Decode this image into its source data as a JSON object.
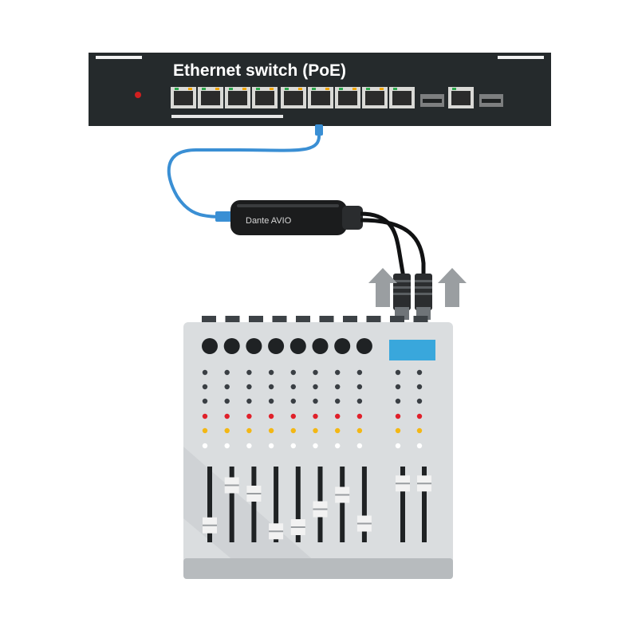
{
  "switch": {
    "title": "Ethernet switch (PoE)",
    "poe_port_count": 8,
    "uplink_port_count": 2,
    "sfp_slot_count": 2,
    "color": "#252a2c"
  },
  "adapter": {
    "label": "Dante AVIO",
    "color": "#1b1c1d"
  },
  "cable": {
    "color": "#3a8fd4"
  },
  "mixer": {
    "channel_count": 8,
    "master_channel_count": 2,
    "knob_row_colors": [
      "#3a3f44",
      "#3a3f44",
      "#3a3f44",
      "#e0202a",
      "#f3b714",
      "#ffffff"
    ],
    "screen_color": "#39a7dc",
    "body_color": "#dadddf",
    "channel_fader_levels": [
      0.15,
      0.82,
      0.68,
      0.05,
      0.12,
      0.42,
      0.66,
      0.18
    ],
    "master_fader_levels": [
      0.85,
      0.85
    ]
  },
  "arrows": {
    "count": 2,
    "color": "#9a9ea1",
    "direction": "up"
  }
}
